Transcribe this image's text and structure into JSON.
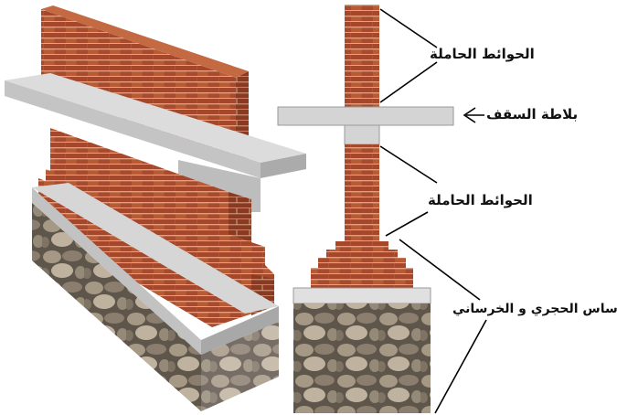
{
  "labels": {
    "bearing_walls_top": "الحوائط الحاملة",
    "roof_slab": "بلاطة السقف",
    "bearing_walls_mid": "الحوائط الحاملة",
    "foundation": "الاساس الحجري و الخرساني"
  },
  "colors": {
    "brick": "#b3532f",
    "brick_dark": "#8a3a20",
    "mortar": "#d9c6b3",
    "slab": "#d4d4d4",
    "slab_shadow": "#a9a9a9",
    "stone": "#8b7e6e",
    "stone_light": "#bfb3a0",
    "leader": "#000000"
  }
}
